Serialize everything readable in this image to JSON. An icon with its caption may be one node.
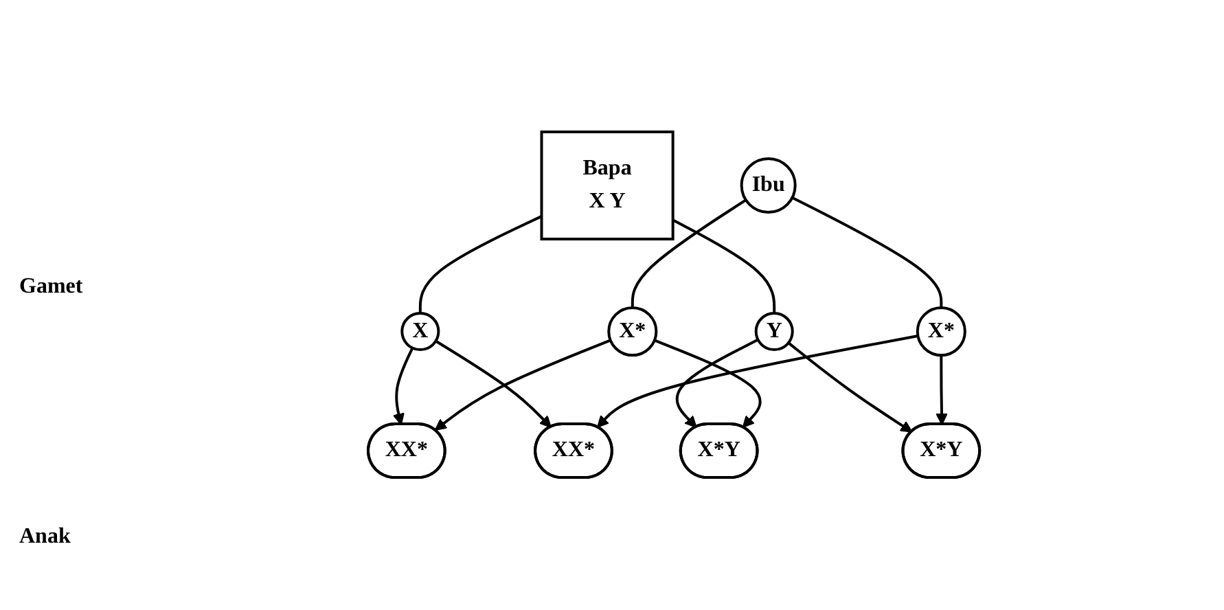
{
  "diagram": {
    "nodes": [
      {
        "text": [
          "Bapa",
          "X Y"
        ]
      },
      {
        "text": [
          "Ibu"
        ]
      },
      {
        "text": [
          "X"
        ]
      },
      {
        "text": [
          "Y"
        ]
      },
      {
        "text": [
          "X*"
        ]
      },
      {
        "text": [
          "X*"
        ]
      },
      {
        "text": [
          "XX*"
        ]
      },
      {
        "text": [
          "X*Y"
        ]
      },
      {
        "text": [
          "XX*"
        ]
      },
      {
        "text": [
          "X*Y"
        ]
      }
    ],
    "edges": [
      {
        "from": 0,
        "to": 2,
        "arrow": "none"
      },
      {
        "from": 0,
        "to": 3,
        "arrow": "none"
      },
      {
        "from": 1,
        "to": 4,
        "arrow": "none"
      },
      {
        "from": 1,
        "to": 5,
        "arrow": "none"
      },
      {
        "from": 2,
        "to": 6,
        "arrow": "to"
      },
      {
        "from": 2,
        "to": 8,
        "arrow": "to"
      },
      {
        "from": 3,
        "to": 7,
        "arrow": "to"
      },
      {
        "from": 3,
        "to": 9,
        "arrow": "to"
      },
      {
        "from": 4,
        "to": 6,
        "arrow": "to"
      },
      {
        "from": 4,
        "to": 7,
        "arrow": "to"
      },
      {
        "from": 5,
        "to": 8,
        "arrow": "to"
      },
      {
        "from": 5,
        "to": 9,
        "arrow": "to"
      }
    ],
    "labels": [
      "Gamet",
      "Anak"
    ]
  }
}
